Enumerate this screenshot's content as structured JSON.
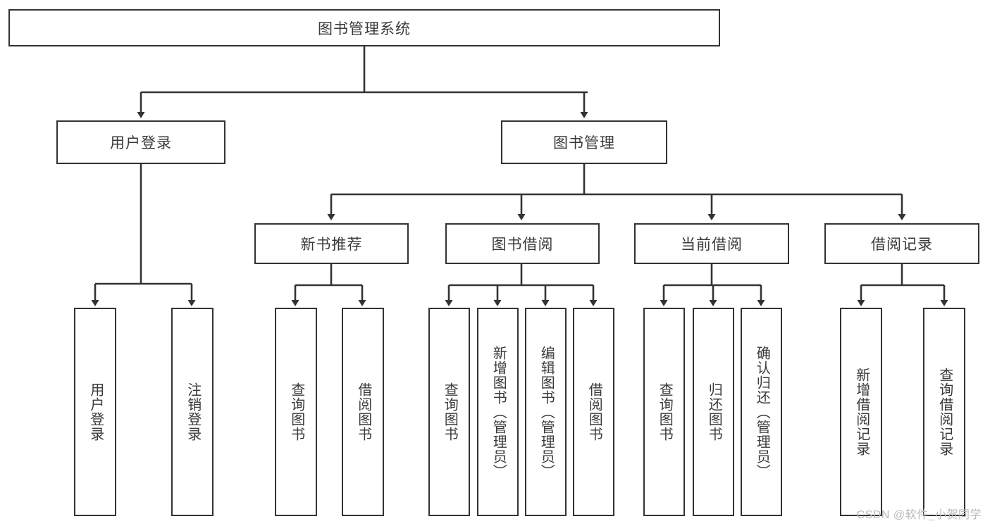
{
  "diagram": {
    "title": "图书管理系统",
    "type": "hierarchy-tree",
    "colors": {
      "box_border": "#333333",
      "box_fill": "#ffffff",
      "text": "#3a3a3a",
      "connector": "#333333",
      "watermark": "#b9b9b9"
    },
    "nodes": {
      "root": {
        "label": "图书管理系统"
      },
      "level2": [
        {
          "id": "user-login",
          "label": "用户登录"
        },
        {
          "id": "book-management",
          "label": "图书管理"
        }
      ],
      "level3": [
        {
          "id": "new-book-recommend",
          "label": "新书推荐"
        },
        {
          "id": "book-borrow",
          "label": "图书借阅"
        },
        {
          "id": "current-borrow",
          "label": "当前借阅"
        },
        {
          "id": "borrow-record",
          "label": "借阅记录"
        }
      ],
      "leaves": {
        "user-login": [
          {
            "id": "leaf-user-login",
            "label": "用户登录"
          },
          {
            "id": "leaf-logout-login",
            "label": "注销登录"
          }
        ],
        "new-book-recommend": [
          {
            "id": "leaf-query-book-1",
            "label": "查询图书"
          },
          {
            "id": "leaf-borrow-book-1",
            "label": "借阅图书"
          }
        ],
        "book-borrow": [
          {
            "id": "leaf-query-book-2",
            "label": "查询图书"
          },
          {
            "id": "leaf-add-book-admin",
            "label": "新增图书（管理员）"
          },
          {
            "id": "leaf-edit-book-admin",
            "label": "编辑图书（管理员）"
          },
          {
            "id": "leaf-borrow-book-2",
            "label": "借阅图书"
          }
        ],
        "current-borrow": [
          {
            "id": "leaf-query-book-3",
            "label": "查询图书"
          },
          {
            "id": "leaf-return-book",
            "label": "归还图书"
          },
          {
            "id": "leaf-confirm-return-admin",
            "label": "确认归还（管理员）"
          }
        ],
        "borrow-record": [
          {
            "id": "leaf-add-borrow-record",
            "label": "新增借阅记录"
          },
          {
            "id": "leaf-query-borrow-record",
            "label": "查询借阅记录"
          }
        ]
      }
    },
    "watermark": "CSDN @软件_小贺同学"
  }
}
